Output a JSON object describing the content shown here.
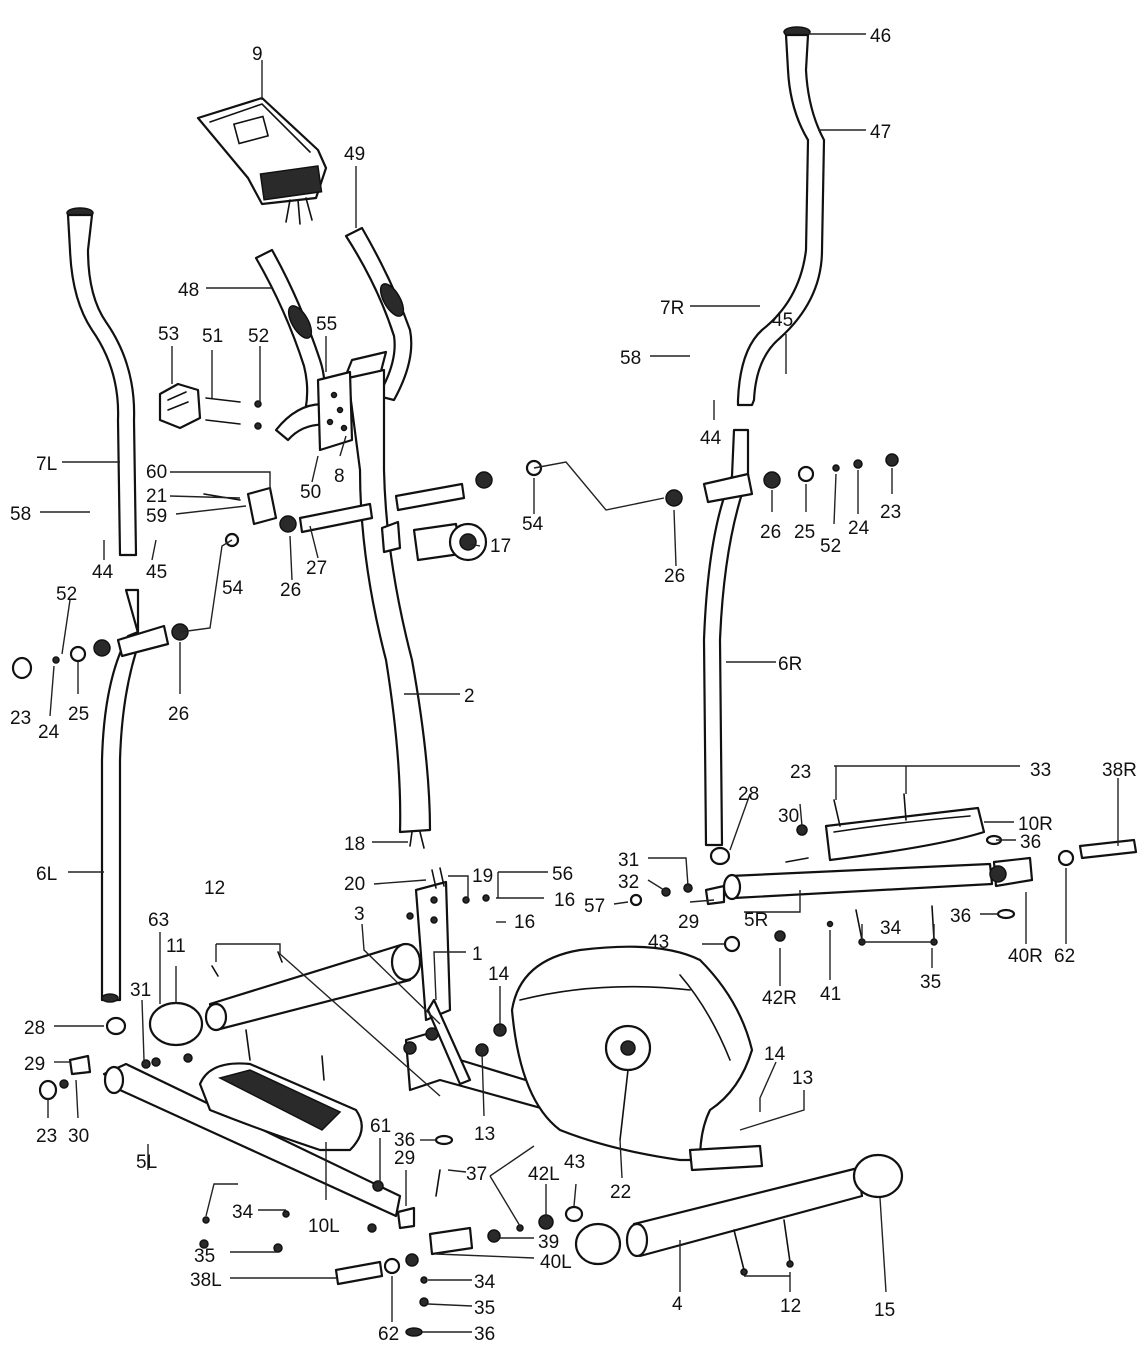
{
  "labels": {
    "p9": "9",
    "p46": "46",
    "p47": "47",
    "p49": "49",
    "p48": "48",
    "p7R": "7R",
    "p58R": "58",
    "p45R": "45",
    "p44R": "44",
    "p53": "53",
    "p51": "51",
    "p52a": "52",
    "p55": "55",
    "p7L": "7L",
    "p60": "60",
    "p21": "21",
    "p59": "59",
    "p58L": "58",
    "p44L": "44",
    "p45L": "45",
    "p50": "50",
    "p8": "8",
    "p54a": "54",
    "p26a": "26",
    "p27": "27",
    "p17": "17",
    "p54b": "54",
    "p26b": "26",
    "p26c": "26",
    "p25a": "25",
    "p52b": "52",
    "p24a": "24",
    "p23a": "23",
    "p52c": "52",
    "p23b": "23",
    "p25b": "25",
    "p24b": "24",
    "p26d": "26",
    "p6R": "6R",
    "p2": "2",
    "p6L": "6L",
    "p23c": "23",
    "p33": "33",
    "p38R": "38R",
    "p28a": "28",
    "p30a": "30",
    "p10R": "10R",
    "p36a": "36",
    "p18": "18",
    "p31a": "31",
    "p32": "32",
    "p19": "19",
    "p56": "56",
    "p20": "20",
    "p16a": "16",
    "p16b": "16",
    "p57": "57",
    "p29a": "29",
    "p5R": "5R",
    "p36b": "36",
    "p34a": "34",
    "p40R": "40R",
    "p62a": "62",
    "p3": "3",
    "p1": "1",
    "p43a": "43",
    "p42R": "42R",
    "p41": "41",
    "p35a": "35",
    "p12a": "12",
    "p63": "63",
    "p11": "11",
    "p31b": "31",
    "p14a": "14",
    "p28b": "28",
    "p29b": "29",
    "p23d": "23",
    "p30b": "30",
    "p13a": "13",
    "p14b": "14",
    "p13b": "13",
    "p5L": "5L",
    "p61": "61",
    "p36c": "36",
    "p29c": "29",
    "p37": "37",
    "p42L": "42L",
    "p43b": "43",
    "p22": "22",
    "p34b": "34",
    "p35b": "35",
    "p10L": "10L",
    "p39": "39",
    "p40L": "40L",
    "p38L": "38L",
    "p34c": "34",
    "p35c": "35",
    "p62b": "62",
    "p36d": "36",
    "p4": "4",
    "p12b": "12",
    "p15": "15"
  }
}
